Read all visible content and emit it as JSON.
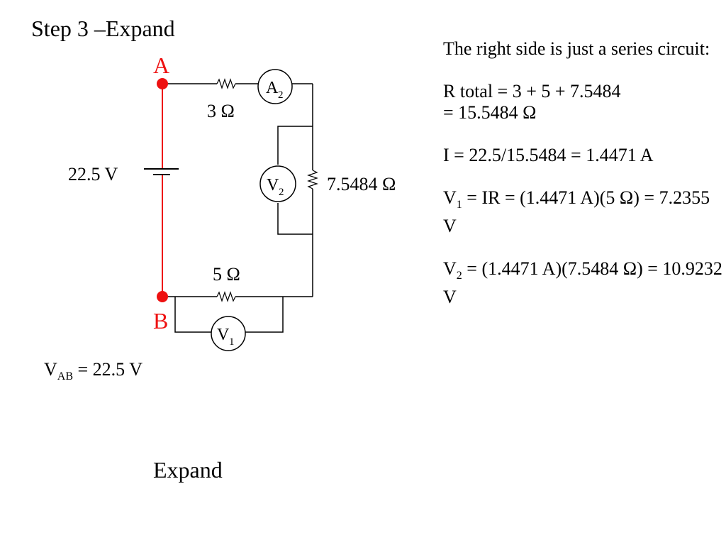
{
  "slide": {
    "title": "Step 3 –Expand",
    "footer": "Expand"
  },
  "circuit": {
    "node_a_label": "A",
    "node_b_label": "B",
    "battery_label": "22.5 V",
    "r_top_label": "3 Ω",
    "r_right_label": "7.5484 Ω",
    "r_bottom_label": "5 Ω",
    "ammeter": {
      "letter": "A",
      "sub": "2"
    },
    "voltmeter_2": {
      "letter": "V",
      "sub": "2"
    },
    "voltmeter_1": {
      "letter": "V",
      "sub": "1"
    },
    "vab": {
      "prefix": "V",
      "sub": "AB",
      "suffix": " = 22.5 V"
    },
    "colors": {
      "source_branch": "#ee1111",
      "wire": "#000000"
    }
  },
  "explanation": {
    "intro": "The right side is just a series circuit:",
    "rtotal_line1": "R total = 3 + 5 + 7.5484",
    "rtotal_line2": "= 15.5484 Ω",
    "current": "I = 22.5/15.5484 = 1.4471 A",
    "v1_prefix": "V",
    "v1_sub": "1",
    "v1_rest": " = IR = (1.4471 A)(5 Ω) = 7.2355 V",
    "v2_prefix": "V",
    "v2_sub": "2",
    "v2_rest": " = (1.4471 A)(7.5484 Ω) = 10.9232 V"
  }
}
